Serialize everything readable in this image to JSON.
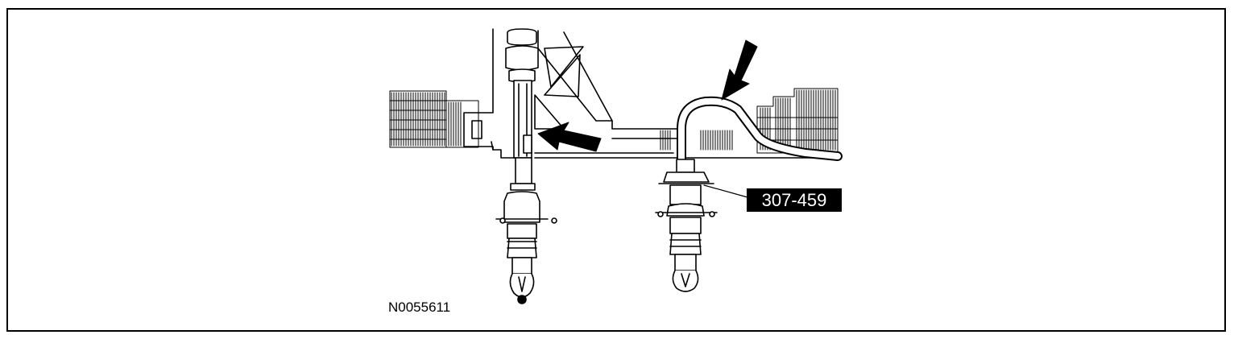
{
  "figure": {
    "id_label": "N0055611",
    "callout_label": "307-459",
    "colors": {
      "ink": "#000000",
      "paper": "#ffffff",
      "callout_bg": "#000000",
      "callout_text": "#ffffff"
    },
    "arrows": 2,
    "icons": [
      "arrow-pointer-icon",
      "arrow-pointer-icon"
    ]
  }
}
